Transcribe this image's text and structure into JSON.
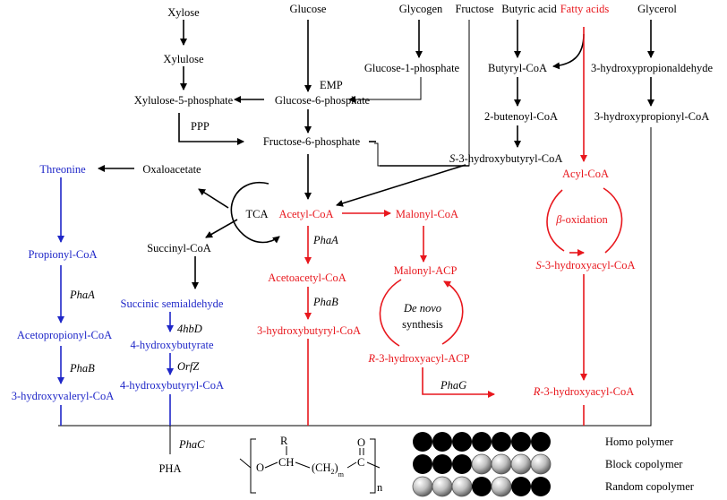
{
  "metabolites": {
    "xylose": "Xylose",
    "xylulose": "Xylulose",
    "xylulose5p": "Xylulose-5-phosphate",
    "glucose": "Glucose",
    "glucose6p": "Glucose-6-phosphate",
    "glycogen": "Glycogen",
    "glucose1p": "Glucose-1-phosphate",
    "fructose": "Fructose",
    "fructose6p": "Fructose-6-phosphate",
    "butyric_acid": "Butyric acid",
    "butyryl_coa": "Butyryl-CoA",
    "butenoyl_coa": "2-butenoyl-CoA",
    "s3hb_coa_prefix": "S",
    "s3hb_coa_rest": "-3-hydroxybutyryl-CoA",
    "fatty_acids": "Fatty acids",
    "glycerol": "Glycerol",
    "hpa": "3-hydroxypropionaldehyde",
    "hp_coa": "3-hydroxypropionyl-CoA",
    "oxaloacetate": "Oxaloacetate",
    "threonine": "Threonine",
    "tca": "TCA",
    "acetyl_coa": "Acetyl-CoA",
    "malonyl_coa": "Malonyl-CoA",
    "acyl_coa": "Acyl-CoA",
    "beta_prefix": "β",
    "beta_rest": "-oxidation",
    "succinyl_coa": "Succinyl-CoA",
    "propionyl_coa": "Propionyl-CoA",
    "acetoacetyl_coa": "Acetoacetyl-CoA",
    "malonyl_acp": "Malonyl-ACP",
    "s3ha_coa_prefix": "S",
    "s3ha_coa_rest": "-3-hydroxyacyl-CoA",
    "succinic_semialdehyde": "Succinic semialdehyde",
    "acetopropionyl_coa": "Acetopropionyl-CoA",
    "hb": "4-hydroxybutyrate",
    "hbcoa3": "3-hydroxybutyryl-CoA",
    "de_novo": "De novo",
    "synthesis": "synthesis",
    "hv_coa": "3-hydroxyvaleryl-CoA",
    "hb4_coa": "4-hydroxybutyryl-CoA",
    "r3ha_acp_prefix": "R",
    "r3ha_acp_rest": "-3-hydroxyacyl-ACP",
    "r3ha_coa_prefix": "R",
    "r3ha_coa_rest": "-3-hydroxyacyl-CoA",
    "pha": "PHA"
  },
  "pathways": {
    "emp": "EMP",
    "ppp": "PPP"
  },
  "enzymes": {
    "phaA_1": "PhaA",
    "phaB_1": "PhaB",
    "phaA_2": "PhaA",
    "phaB_2": "PhaB",
    "hbd": "4hbD",
    "orfz": "OrfZ",
    "phaG": "PhaG",
    "phaC": "PhaC"
  },
  "structure": {
    "R": "R",
    "O": "O",
    "CH": "CH",
    "CH2": "(CH",
    "sub2": "2",
    "close": ")",
    "m": "m",
    "C": "C",
    "O2": "O",
    "n": "n"
  },
  "legend": {
    "homo": "Homo polymer",
    "block": "Block copolymer",
    "random": "Random copolymer"
  },
  "colors": {
    "general_pathway": "#000000",
    "fatty_acid_pathway": "#e8171d",
    "threonine_pathway": "#1f27c8"
  }
}
